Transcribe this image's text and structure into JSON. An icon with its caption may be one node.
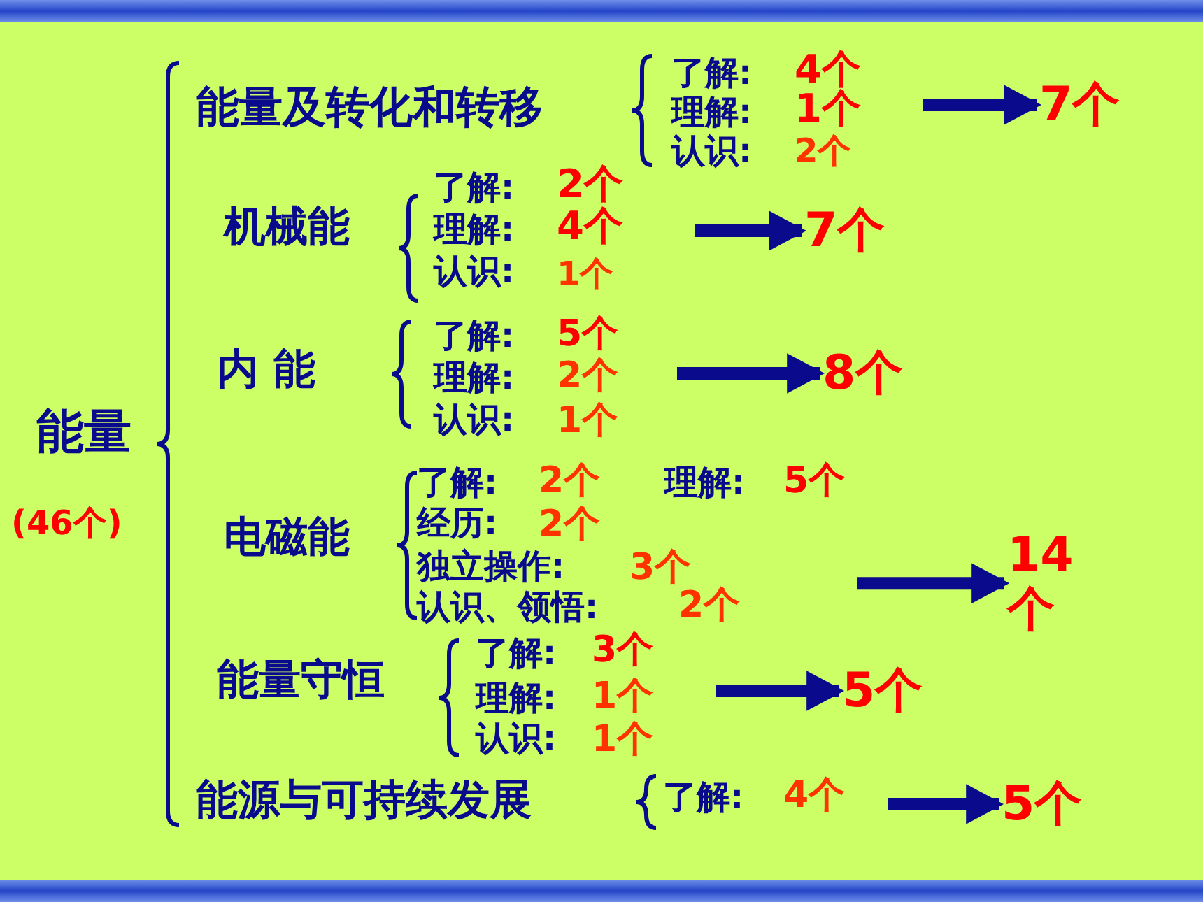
{
  "diagram": {
    "nodes": [
      {
        "text": [
          "7个"
        ]
      },
      {
        "text": [
          "7个"
        ]
      },
      {
        "text": [
          "8个"
        ]
      },
      {
        "text": [
          "14个"
        ]
      },
      {
        "text": [
          "5个"
        ]
      },
      {
        "text": [
          "5个"
        ]
      }
    ],
    "edges": [
      {
        "from": null,
        "to": 0,
        "arrow": "to"
      },
      {
        "from": null,
        "to": 1,
        "arrow": "to"
      },
      {
        "from": null,
        "to": 2,
        "arrow": "to"
      },
      {
        "from": null,
        "to": 3,
        "arrow": "to"
      },
      {
        "from": null,
        "to": 4,
        "arrow": "to"
      },
      {
        "from": null,
        "to": 5,
        "arrow": "to"
      }
    ],
    "labels": [
      "能量",
      "(46个)",
      "能量及转化和转移",
      "了解:",
      "4个",
      "理解:",
      "1个",
      "认识:",
      "2个",
      "机械能",
      "了解:",
      "2个",
      "理解:",
      "4个",
      "认识:",
      "1个",
      "内 能",
      "了解:",
      "5个",
      "理解:",
      "2个",
      "认识:",
      "1个",
      "了解:",
      "2个",
      "理解:",
      "5个",
      "电磁能",
      "经历:",
      "2个",
      "独立操作:",
      "3个",
      "认识、领悟:",
      "2个",
      "能量守恒",
      "了解:",
      "3个",
      "理解:",
      "1个",
      "认识:",
      "1个",
      "能源与可持续发展",
      "了解:",
      "4个"
    ]
  }
}
